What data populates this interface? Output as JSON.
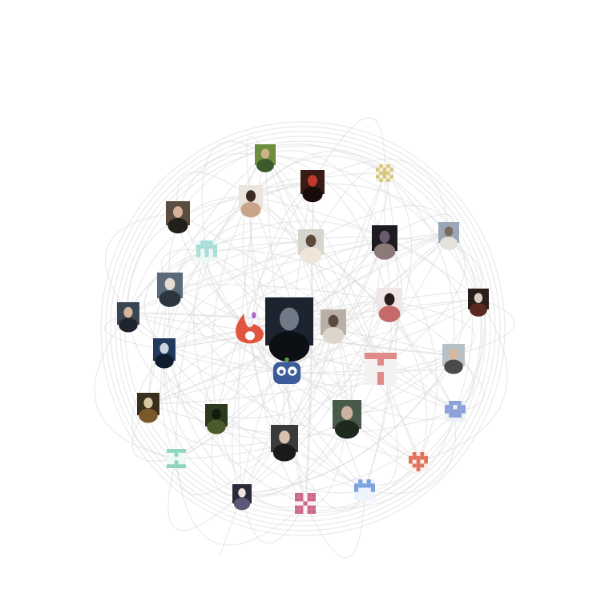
{
  "graph": {
    "nodes": [
      {
        "id": "n01",
        "kind": "photo",
        "palette": [
          "#6f8f3e",
          "#c9b48a",
          "#3d5a2a"
        ]
      },
      {
        "id": "n02",
        "kind": "photo",
        "palette": [
          "#3a1a14",
          "#c0392b",
          "#1a0c0a"
        ]
      },
      {
        "id": "n03",
        "kind": "identicon",
        "palette": [
          "#f3f0e4",
          "#d4c77a"
        ],
        "pattern": [
          [
            0,
            1,
            0,
            1,
            0
          ],
          [
            1,
            0,
            1,
            0,
            1
          ],
          [
            0,
            1,
            1,
            1,
            0
          ],
          [
            1,
            0,
            1,
            0,
            1
          ],
          [
            0,
            1,
            0,
            1,
            0
          ]
        ]
      },
      {
        "id": "n04",
        "kind": "photo",
        "palette": [
          "#e9e4dc",
          "#3a2a22",
          "#c8a58a"
        ]
      },
      {
        "id": "n05",
        "kind": "photo",
        "palette": [
          "#5a4c3e",
          "#d6b39a",
          "#23201c"
        ]
      },
      {
        "id": "n06",
        "kind": "photo",
        "palette": [
          "#9aa7b6",
          "#7a6a5a",
          "#e4e1dc"
        ]
      },
      {
        "id": "n07",
        "kind": "identicon",
        "palette": [
          "#eef7f6",
          "#a9ded8"
        ],
        "pattern": [
          [
            0,
            1,
            1,
            1,
            0
          ],
          [
            1,
            1,
            1,
            1,
            1
          ],
          [
            1,
            0,
            1,
            0,
            1
          ],
          [
            1,
            0,
            1,
            0,
            1
          ],
          [
            0,
            0,
            0,
            0,
            0
          ]
        ]
      },
      {
        "id": "n08",
        "kind": "photo",
        "palette": [
          "#d7d4ce",
          "#5a4a3a",
          "#efe6d9"
        ]
      },
      {
        "id": "n09",
        "kind": "photo",
        "palette": [
          "#1e1b22",
          "#6a5a6a",
          "#8c7a7a"
        ]
      },
      {
        "id": "n10",
        "kind": "photo",
        "palette": [
          "#5b6a78",
          "#e3dccf",
          "#2d3540"
        ]
      },
      {
        "id": "n11",
        "kind": "photo",
        "palette": [
          "#3a4652",
          "#d7b59a",
          "#1e252d"
        ]
      },
      {
        "id": "n12",
        "kind": "photo",
        "palette": [
          "#2a1e1c",
          "#d6d0c6",
          "#5a2a20"
        ]
      },
      {
        "id": "n13",
        "kind": "photo",
        "palette": [
          "#f0e6e6",
          "#2a1a1a",
          "#c46a6a"
        ]
      },
      {
        "id": "n14",
        "kind": "logo-flame",
        "palette": [
          "#e0553f",
          "#a86ac6"
        ]
      },
      {
        "id": "n15",
        "kind": "photo",
        "palette": [
          "#1d2430",
          "#6f7a86",
          "#0c0f14"
        ]
      },
      {
        "id": "n16",
        "kind": "photo",
        "palette": [
          "#b8b0a6",
          "#5a4a40",
          "#dcd6cc"
        ]
      },
      {
        "id": "n17",
        "kind": "photo",
        "palette": [
          "#1f3a5c",
          "#c9d4de",
          "#0f1c2c"
        ]
      },
      {
        "id": "n18",
        "kind": "photo",
        "palette": [
          "#b8c0c8",
          "#d9b79a",
          "#4a4a4a"
        ]
      },
      {
        "id": "n19",
        "kind": "identicon",
        "palette": [
          "#f4f1f1",
          "#e08a8a"
        ],
        "pattern": [
          [
            1,
            1,
            1,
            1,
            1
          ],
          [
            0,
            0,
            1,
            0,
            0
          ],
          [
            0,
            0,
            0,
            0,
            0
          ],
          [
            0,
            0,
            1,
            0,
            0
          ],
          [
            0,
            0,
            1,
            0,
            0
          ]
        ]
      },
      {
        "id": "n20",
        "kind": "logo-robot",
        "palette": [
          "#3b5b9a",
          "#ffffff",
          "#5aa14a"
        ]
      },
      {
        "id": "n21",
        "kind": "photo",
        "palette": [
          "#3a2f1e",
          "#d9c8a0",
          "#7a5a2a"
        ]
      },
      {
        "id": "n22",
        "kind": "photo",
        "palette": [
          "#2b3a1e",
          "#121a0c",
          "#4a5a2a"
        ]
      },
      {
        "id": "n23",
        "kind": "identicon",
        "palette": [
          "#eef0f8",
          "#8aa0d8"
        ],
        "pattern": [
          [
            0,
            1,
            1,
            1,
            0
          ],
          [
            1,
            1,
            0,
            1,
            1
          ],
          [
            1,
            1,
            1,
            1,
            1
          ],
          [
            0,
            1,
            1,
            1,
            0
          ],
          [
            0,
            0,
            0,
            0,
            0
          ]
        ]
      },
      {
        "id": "n24",
        "kind": "photo",
        "palette": [
          "#4a5a4a",
          "#c9b3a0",
          "#1e2a1e"
        ]
      },
      {
        "id": "n25",
        "kind": "photo",
        "palette": [
          "#3a3a3a",
          "#d8c2ae",
          "#1a1a1a"
        ]
      },
      {
        "id": "n26",
        "kind": "photo",
        "palette": [
          "#5a3a5a",
          "#d6a4c8",
          "#1e1e1e"
        ]
      },
      {
        "id": "n27",
        "kind": "identicon",
        "palette": [
          "#eef8f4",
          "#8ad8b8"
        ],
        "pattern": [
          [
            1,
            1,
            1,
            1,
            1
          ],
          [
            0,
            0,
            1,
            0,
            0
          ],
          [
            0,
            0,
            0,
            0,
            0
          ],
          [
            0,
            0,
            1,
            0,
            0
          ],
          [
            1,
            1,
            1,
            1,
            1
          ]
        ]
      },
      {
        "id": "n28",
        "kind": "identicon",
        "palette": [
          "#fbf1ee",
          "#e2735a"
        ],
        "pattern": [
          [
            0,
            1,
            0,
            1,
            0
          ],
          [
            1,
            1,
            1,
            1,
            1
          ],
          [
            1,
            0,
            1,
            0,
            1
          ],
          [
            0,
            1,
            1,
            1,
            0
          ],
          [
            0,
            0,
            1,
            0,
            0
          ]
        ]
      },
      {
        "id": "n29",
        "kind": "identicon",
        "palette": [
          "#eef3fb",
          "#7aa2de"
        ],
        "pattern": [
          [
            0,
            1,
            0,
            1,
            0
          ],
          [
            1,
            1,
            1,
            1,
            1
          ],
          [
            1,
            0,
            0,
            0,
            1
          ],
          [
            0,
            0,
            0,
            0,
            0
          ],
          [
            0,
            0,
            0,
            0,
            0
          ]
        ]
      },
      {
        "id": "n30",
        "kind": "photo",
        "palette": [
          "#2a2a38",
          "#f0e0e0",
          "#5a5a78"
        ]
      },
      {
        "id": "n31",
        "kind": "identicon",
        "palette": [
          "#fbf0f3",
          "#cc6a8a"
        ],
        "pattern": [
          [
            1,
            1,
            0,
            1,
            1
          ],
          [
            1,
            1,
            0,
            1,
            1
          ],
          [
            0,
            0,
            1,
            0,
            0
          ],
          [
            1,
            1,
            0,
            1,
            1
          ],
          [
            1,
            1,
            0,
            1,
            1
          ]
        ]
      }
    ]
  }
}
